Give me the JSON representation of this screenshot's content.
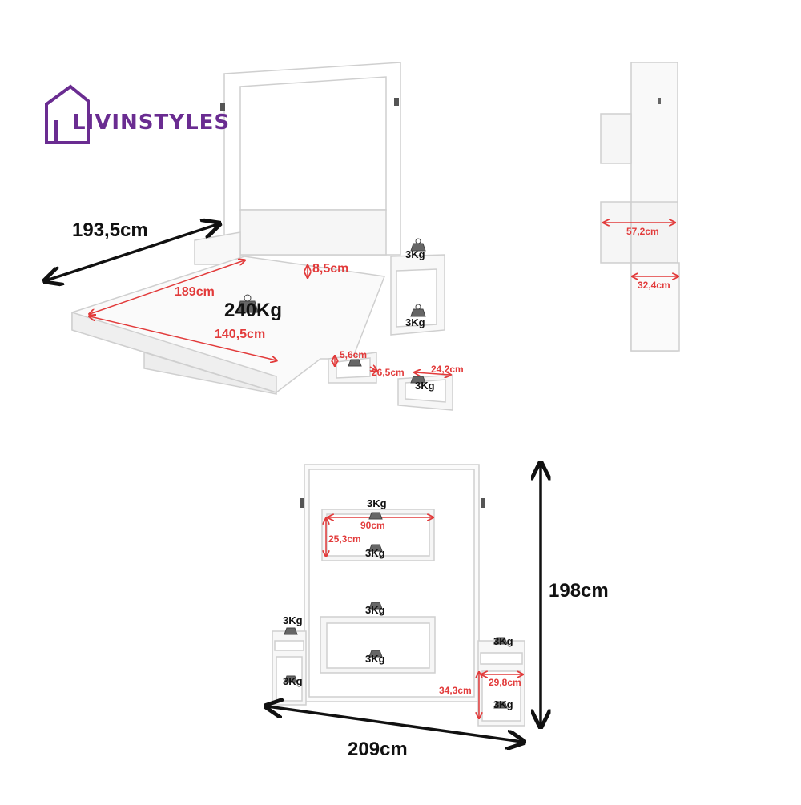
{
  "brand": {
    "name": "LIVINSTYLES",
    "color": "#6a2c91"
  },
  "colors": {
    "dimension": "#e23b3b",
    "outline": "#111111",
    "furniture": "#ffffff",
    "edge": "#cfcfcf"
  },
  "icons": [
    "house-logo-icon",
    "weight-icon",
    "double-arrow-icon"
  ],
  "dimensions": {
    "bed_depth": "193,5cm",
    "mattress_length": "189cm",
    "mattress_width": "140,5cm",
    "frame_height": "8,5cm",
    "bed_load": "240Kg",
    "drawer_height": "5,6cm",
    "drawer_depth": "26,5cm",
    "drawer_width": "24,2cm",
    "side_shelf_width": "57,2cm",
    "side_nightstand_width": "32,4cm",
    "total_height": "198cm",
    "total_width": "209cm",
    "niche_width": "90cm",
    "niche_height": "25,3cm",
    "nightstand_height": "34,3cm",
    "nightstand_width": "29,8cm"
  },
  "loads": {
    "shelf": "3Kg"
  }
}
